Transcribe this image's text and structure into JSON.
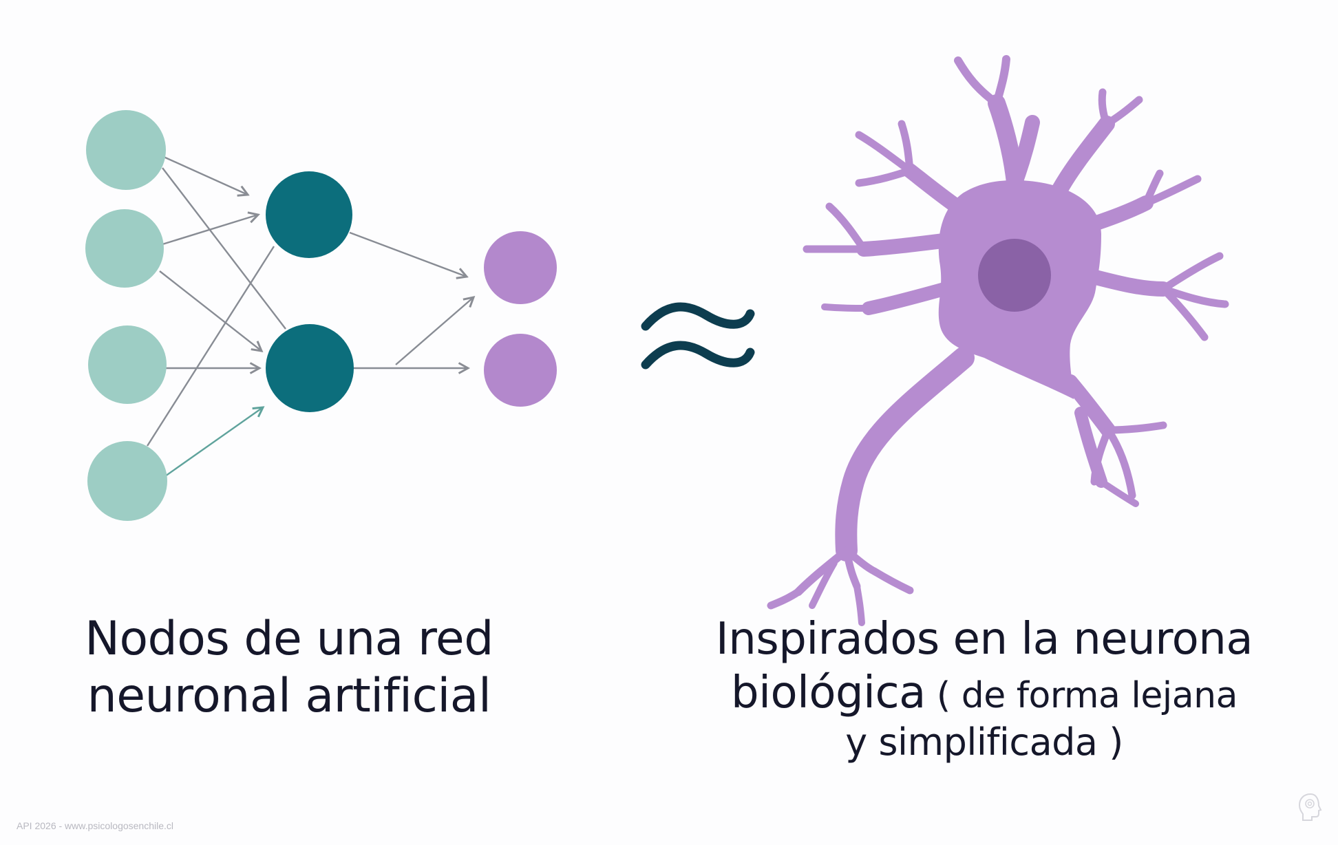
{
  "left_caption": {
    "line1": "Nodos de una red",
    "line2": "neuronal artificial"
  },
  "right_caption": {
    "line1": "Inspirados en la neurona",
    "line2_big": "biológica",
    "line2_small": " ( de forma lejana",
    "line3": "y simplificada )"
  },
  "approx_symbol": "≈",
  "footer": "API 2026 - www.psicologosenchile.cl",
  "colors": {
    "input_node": "#9dcdc4",
    "hidden_node": "#0c6e7c",
    "output_node": "#b388cc",
    "arrow": "#888c94",
    "teal_arrow": "#5fa39c",
    "neuron_body": "#b68cd0",
    "neuron_nucleus": "#8a62a6",
    "approx": "#0d3d4f"
  },
  "icons": [
    "approx-icon",
    "neuron-icon",
    "head-logo-icon"
  ]
}
